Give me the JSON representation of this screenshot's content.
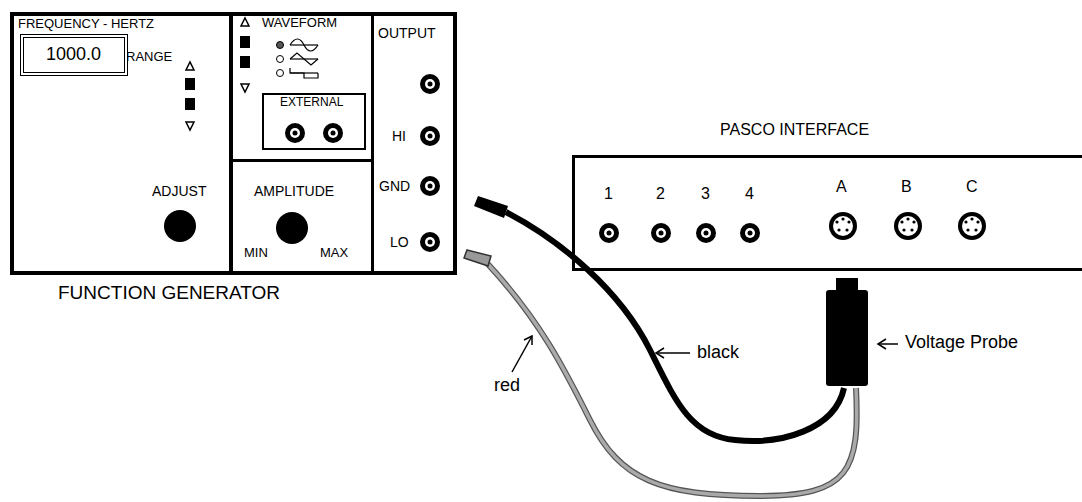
{
  "diagram": {
    "nodes": [
      {
        "text": [
          "FUNCTION GENERATOR"
        ]
      },
      {
        "text": [
          "FREQUENCY - HERTZ",
          "RANGE",
          "ADJUST"
        ],
        "in": 0
      },
      {
        "text": [
          "1000.0"
        ],
        "in": 1
      },
      {
        "text": [
          "WAVEFORM"
        ],
        "in": 0
      },
      {
        "text": [
          "EXTERNAL"
        ],
        "in": 3
      },
      {
        "text": [
          "AMPLITUDE",
          "MIN",
          "MAX"
        ],
        "in": 0
      },
      {
        "text": [
          "OUTPUT",
          "HI",
          "GND",
          "LO"
        ],
        "in": 0
      },
      {
        "text": [
          "PASCO INTERFACE",
          "1",
          "2",
          "3",
          "4",
          "A",
          "B",
          "C"
        ]
      }
    ],
    "labels": [
      "black",
      "red",
      "Voltage Probe"
    ]
  }
}
